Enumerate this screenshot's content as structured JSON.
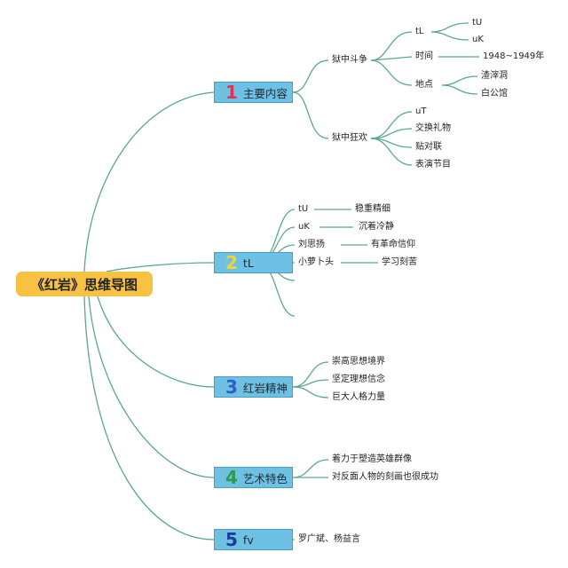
{
  "root": {
    "title": "《红岩》思维导图"
  },
  "branches": [
    {
      "number": "1",
      "label": "主要内容",
      "color": "#e0334d",
      "children": [
        {
          "label": "狱中斗争",
          "children": [
            {
              "label": "tL",
              "children": [
                {
                  "label": "tU"
                },
                {
                  "label": "uK"
                }
              ]
            },
            {
              "label": "时间",
              "children": [
                {
                  "label": "1948~1949年"
                }
              ]
            },
            {
              "label": "地点",
              "children": [
                {
                  "label": "渣滓洞"
                },
                {
                  "label": "白公馆"
                }
              ]
            }
          ]
        },
        {
          "label": "狱中狂欢",
          "children": [
            {
              "label": "uT"
            },
            {
              "label": "交换礼物"
            },
            {
              "label": "贴对联"
            },
            {
              "label": "表演节目"
            }
          ]
        }
      ]
    },
    {
      "number": "2",
      "label": "tL",
      "color": "#f2d23a",
      "children": [
        {
          "label": "tU",
          "detail": "稳重精细"
        },
        {
          "label": "uK",
          "detail": "沉着冷静"
        },
        {
          "label": "刘思扬",
          "detail": "有革命信仰"
        },
        {
          "label": "小萝卜头",
          "detail": "学习刻苦"
        },
        {
          "label": ""
        },
        {
          "label": ""
        }
      ]
    },
    {
      "number": "3",
      "label": "红岩精神",
      "color": "#2f5fc4",
      "children": [
        {
          "label": "崇高思想境界"
        },
        {
          "label": "坚定理想信念"
        },
        {
          "label": "巨大人格力量"
        }
      ]
    },
    {
      "number": "4",
      "label": "艺术特色",
      "color": "#2f9a4a",
      "children": [
        {
          "label": "着力于塑造英雄群像"
        },
        {
          "label": "对反面人物的刻画也很成功"
        }
      ]
    },
    {
      "number": "5",
      "label": "fv",
      "color": "#1d3b9a",
      "children": [
        {
          "label": "罗广斌、杨益言"
        }
      ]
    }
  ]
}
